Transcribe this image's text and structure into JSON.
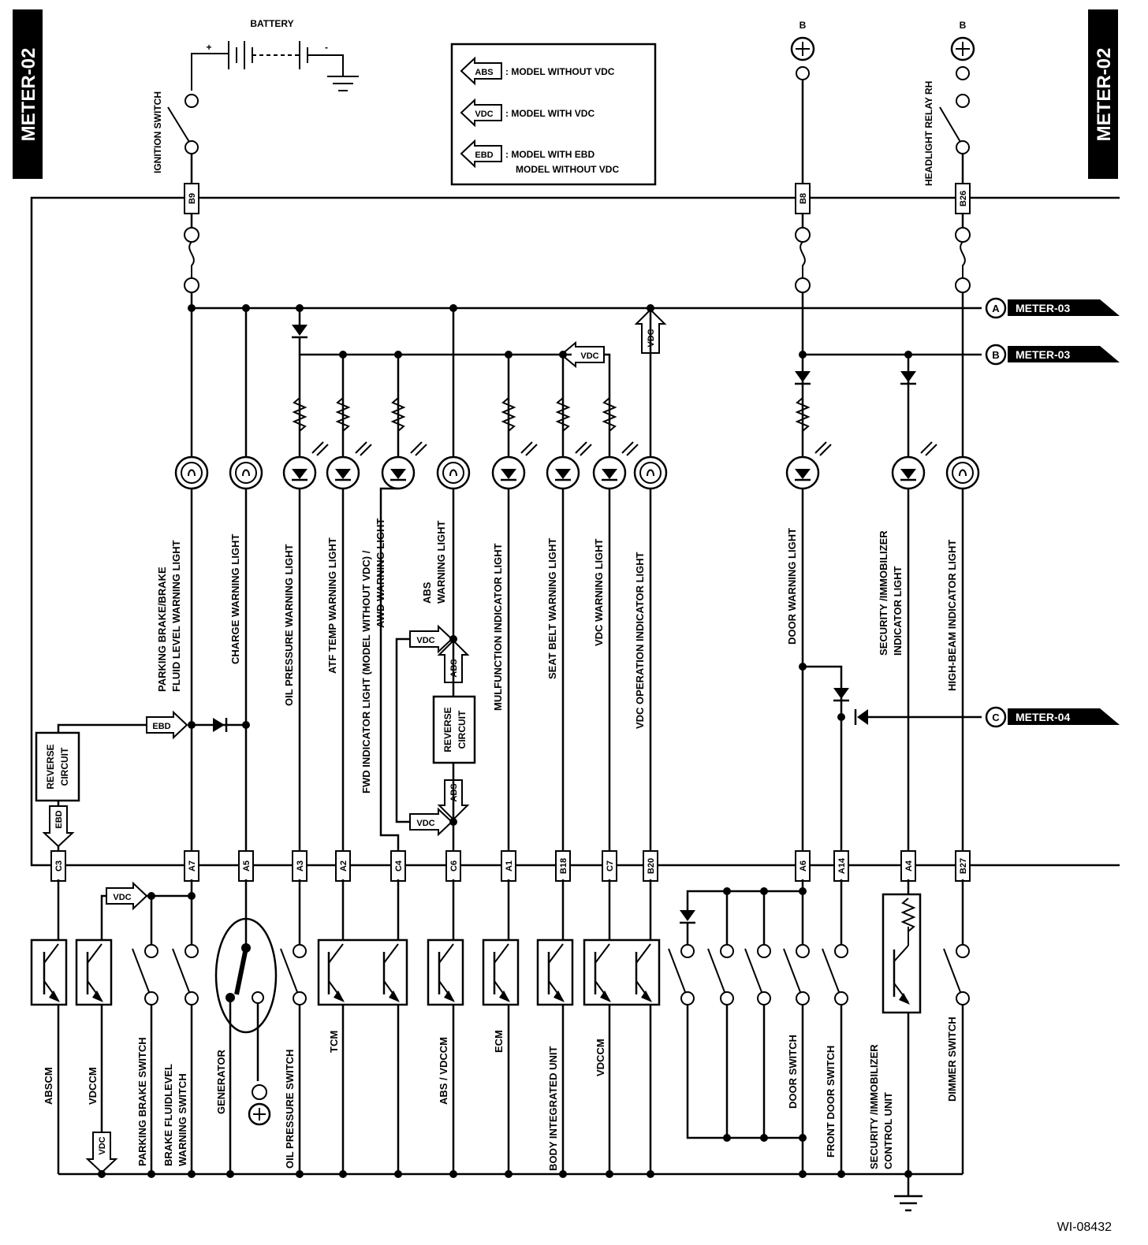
{
  "page": {
    "tag_left": "METER-02",
    "tag_right": "METER-02",
    "battery": "BATTERY",
    "ignition_switch": "IGNITION SWITCH",
    "b_supply_left": "B",
    "b_supply_right": "B",
    "headlight_relay": "HEADLIGHT RELAY RH",
    "figure_id": "WI-08432",
    "plus": "+",
    "minus": "-"
  },
  "legend": [
    {
      "tag": "ABS",
      "text": ": MODEL WITHOUT VDC"
    },
    {
      "tag": "VDC",
      "text": ": MODEL WITH VDC"
    },
    {
      "tag": "EBD",
      "text": ": MODEL WITH EBD",
      "text2": "MODEL WITHOUT VDC"
    }
  ],
  "refs": [
    {
      "letter": "A",
      "label": "METER-03"
    },
    {
      "letter": "B",
      "label": "METER-03"
    },
    {
      "letter": "C",
      "label": "METER-04"
    }
  ],
  "connectors_top": [
    "B9",
    "B8",
    "B26"
  ],
  "connectors_bottom": [
    "C3",
    "A7",
    "A5",
    "A3",
    "A2",
    "C4",
    "C6",
    "A1",
    "B18",
    "C7",
    "B20",
    "A6",
    "A14",
    "A4",
    "B27"
  ],
  "lights": [
    {
      "line1": "PARKING BRAKE/BRAKE",
      "line2": "FLUID LEVEL WARNING LIGHT"
    },
    {
      "line1": "CHARGE WARNING LIGHT"
    },
    {
      "line1": "OIL PRESSURE WARNING LIGHT"
    },
    {
      "line1": "ATF TEMP WARNING LIGHT"
    },
    {
      "line1": "FWD INDICATOR LIGHT (MODEL WITHOUT VDC) /",
      "line2": "AWD WARNING LIGHT"
    },
    {
      "line1": "ABS",
      "line2": "WARNING LIGHT"
    },
    {
      "line1": "MULFUNCTION INDICATOR LIGHT"
    },
    {
      "line1": "SEAT BELT WARNING LIGHT"
    },
    {
      "line1": "VDC WARNING LIGHT"
    },
    {
      "line1": "VDC OPERATION INDICATOR LIGHT"
    },
    {
      "line1": "DOOR WARNING LIGHT"
    },
    {
      "line1": "SECURITY /IMMOBILIZER",
      "line2": "INDICATOR LIGHT"
    },
    {
      "line1": "HIGH-BEAM INDICATOR LIGHT"
    }
  ],
  "components": [
    {
      "line1": "ABSCM"
    },
    {
      "line1": "VDCCM"
    },
    {
      "line1": "PARKING BRAKE SWITCH"
    },
    {
      "line1": "BRAKE FLUIDLEVEL",
      "line2": "WARNING SWITCH"
    },
    {
      "line1": "GENERATOR"
    },
    {
      "line1": "OIL PRESSURE SWITCH"
    },
    {
      "line1": "TCM"
    },
    {
      "line1": "ABS / VDCCM"
    },
    {
      "line1": "ECM"
    },
    {
      "line1": "BODY INTEGRATED UNIT"
    },
    {
      "line1": "VDCCM"
    },
    {
      "line1": "DOOR SWITCH"
    },
    {
      "line1": "FRONT DOOR SWITCH"
    },
    {
      "line1": "SECURITY /IMMOBILIZER",
      "line2": "CONTROL UNIT"
    },
    {
      "line1": "DIMMER SWITCH"
    }
  ],
  "misc": {
    "reverse1": "REVERSE",
    "circuit1": "CIRCUIT",
    "reverse2": "REVERSE",
    "circuit2": "CIRCUIT",
    "tag_abs": "ABS",
    "tag_vdc": "VDC",
    "tag_ebd": "EBD"
  }
}
